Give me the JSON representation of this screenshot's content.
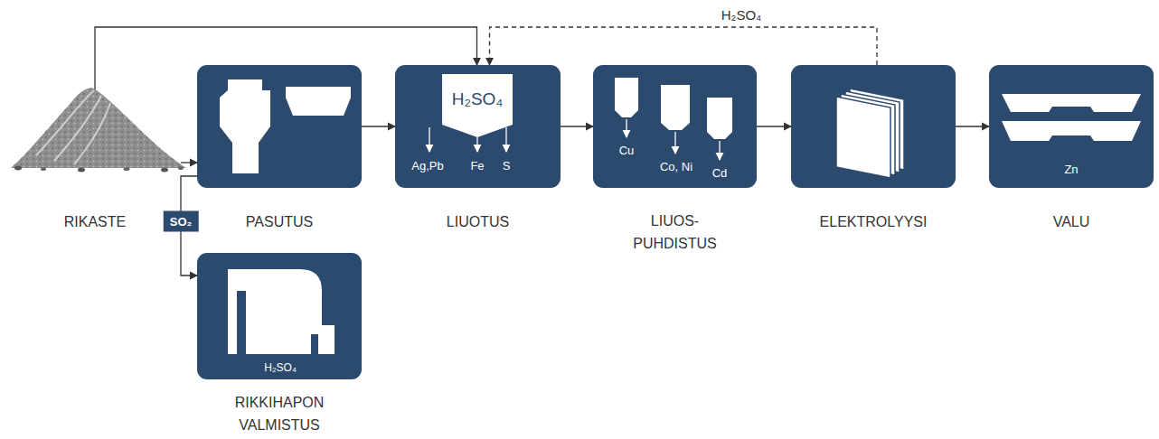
{
  "diagram": {
    "nodes": [
      {
        "text": [
          "RIKASTE"
        ]
      },
      {
        "text": [
          "PASUTUS"
        ]
      },
      {
        "text": [
          "H₂SO₄",
          "Ag,Pb",
          "Fe",
          "S",
          "LIUOTUS"
        ]
      },
      {
        "text": [
          "Cu",
          "Co, Ni",
          "Cd",
          "LIUOS- PUHDISTUS"
        ]
      },
      {
        "text": [
          "ELEKTROLYYSI"
        ]
      },
      {
        "text": [
          "Zn",
          "VALU"
        ]
      },
      {
        "text": [
          "H₂SO₄",
          "RIKKIHAPON VALMISTUS"
        ]
      }
    ],
    "edges": [
      {
        "from": 0,
        "to": 1,
        "arrow": "to"
      },
      {
        "from": 0,
        "to": 2,
        "arrow": "to"
      },
      {
        "from": 1,
        "to": 2,
        "arrow": "to"
      },
      {
        "from": 2,
        "to": 3,
        "arrow": "to"
      },
      {
        "from": 3,
        "to": 4,
        "arrow": "to"
      },
      {
        "from": 4,
        "to": 5,
        "arrow": "to"
      },
      {
        "from": 4,
        "to": 2,
        "label": "H₂SO₄",
        "arrow": "to"
      },
      {
        "from": 1,
        "to": 6,
        "label": "SO₂",
        "arrow": "to"
      }
    ]
  }
}
